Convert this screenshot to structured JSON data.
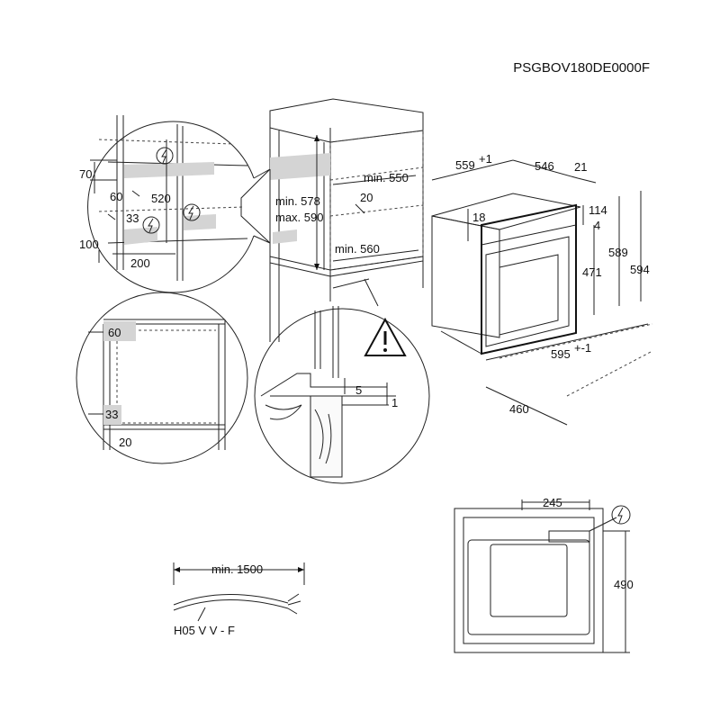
{
  "model_code": "PSGBOV180DE0000F",
  "niche": {
    "width_min": "min. 560",
    "depth_min": "min. 550",
    "height_min": "min. 578",
    "height_max": "max. 590",
    "gap": "20"
  },
  "detail_top": {
    "d70": "70",
    "d60": "60",
    "d520": "520",
    "d33": "33",
    "d100": "100",
    "d200": "200"
  },
  "detail_side": {
    "d60": "60",
    "d33": "33",
    "d20": "20"
  },
  "detail_install": {
    "d5": "5",
    "d1": "1"
  },
  "oven": {
    "d559": "559",
    "d559_sup": "+1",
    "d546": "546",
    "d21": "21",
    "d18": "18",
    "d114": "114",
    "d4": "4",
    "d589": "589",
    "d594": "594",
    "d471": "471",
    "d595": "595",
    "d595_sup": "+-1",
    "d460": "460"
  },
  "cable": {
    "length": "min. 1500",
    "type": "H05 V V - F"
  },
  "rear_view": {
    "d245": "245",
    "d490": "490"
  },
  "icons": [
    "lightning-bolt-icon",
    "warning-triangle-icon"
  ]
}
